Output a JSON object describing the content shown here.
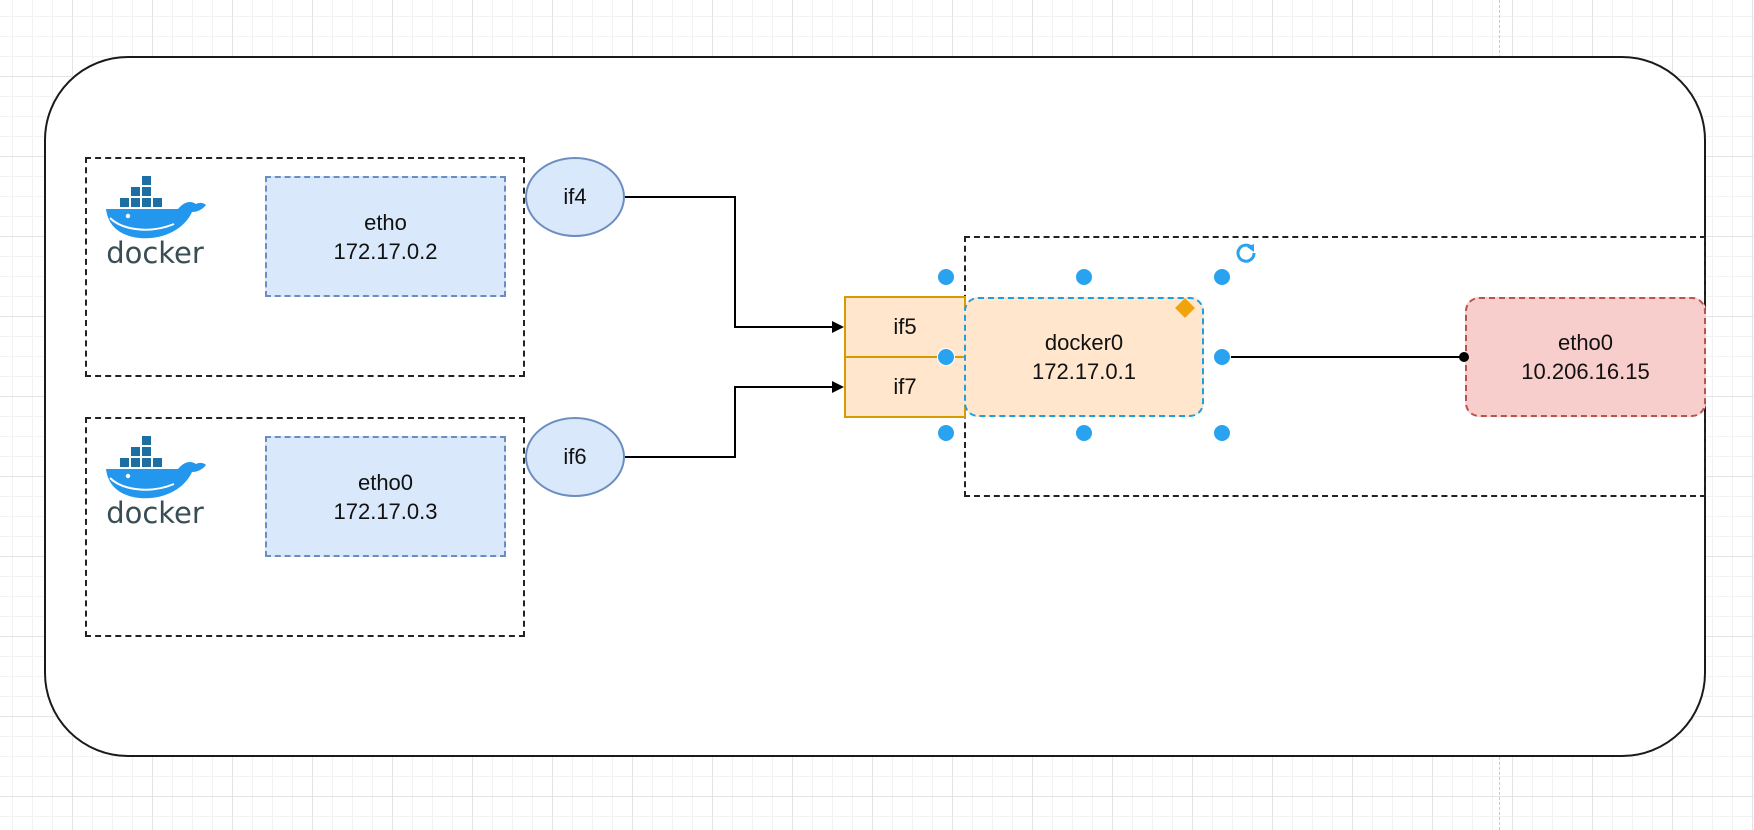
{
  "diagram": {
    "containers": [
      {
        "logo_text": "docker",
        "interface_name": "etho",
        "ip": "172.17.0.2",
        "veth": "if4"
      },
      {
        "logo_text": "docker",
        "interface_name": "etho0",
        "ip": "172.17.0.3",
        "veth": "if6"
      }
    ],
    "bridge": {
      "ports": [
        "if5",
        "if7"
      ],
      "name": "docker0",
      "ip": "172.17.0.1"
    },
    "host_interface": {
      "name": "etho0",
      "ip": "10.206.16.15"
    }
  },
  "colors": {
    "interface_fill": "#dae8fc",
    "interface_stroke": "#6c8ebf",
    "bridge_fill": "#ffe6cc",
    "bridge_stroke": "#d79b00",
    "host_fill": "#f8cecc",
    "host_stroke": "#b85450",
    "selection": "#29a3f0",
    "docker_blue": "#2396ed"
  },
  "icons": [
    "docker-logo-icon",
    "rotate-handle-icon",
    "selection-handle",
    "edit-diamond-icon"
  ]
}
